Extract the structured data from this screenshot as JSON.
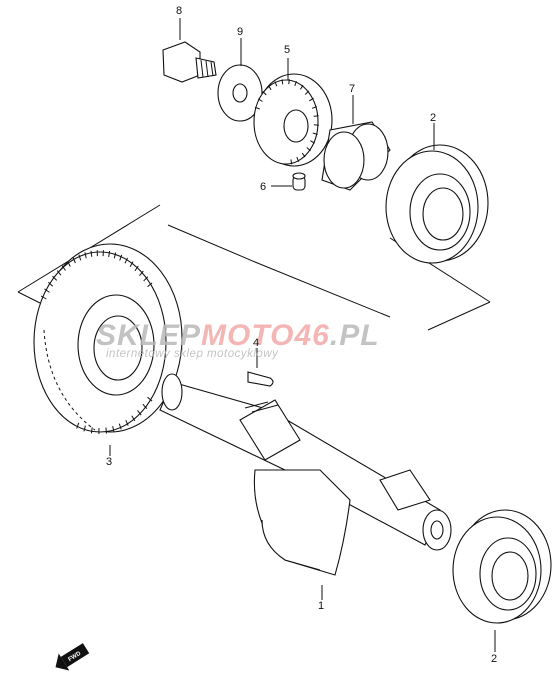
{
  "callouts": [
    {
      "id": "8",
      "label": "8"
    },
    {
      "id": "9",
      "label": "9"
    },
    {
      "id": "5",
      "label": "5"
    },
    {
      "id": "7",
      "label": "7"
    },
    {
      "id": "2a",
      "label": "2"
    },
    {
      "id": "6",
      "label": "6"
    },
    {
      "id": "4",
      "label": "4"
    },
    {
      "id": "3",
      "label": "3"
    },
    {
      "id": "1",
      "label": "1"
    },
    {
      "id": "2b",
      "label": "2"
    }
  ],
  "watermark": {
    "brand_part1": "SKLEP",
    "brand_part2": "MOTO",
    "brand_part3": "46",
    "brand_part4": ".PL",
    "tagline": "internetowy sklep motocyklowy",
    "color_gray": "#b9b9b9",
    "color_red": "#f2aaa8"
  },
  "direction_arrow": {
    "label": "FWD",
    "icon": "fwd-arrow-icon"
  }
}
